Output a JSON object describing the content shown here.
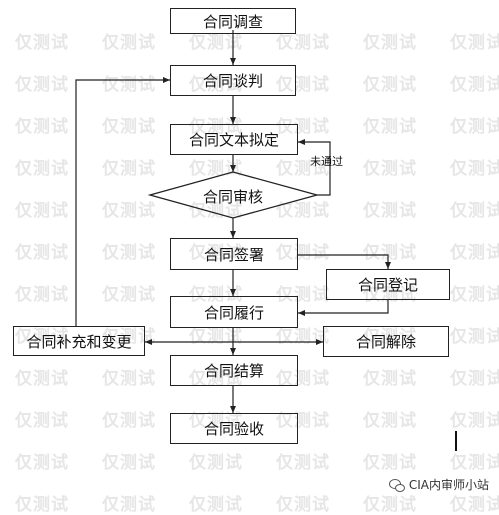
{
  "steps": {
    "investigation": "合同调查",
    "negotiation": "合同谈判",
    "drafting": "合同文本拟定",
    "review": "合同审核",
    "signing": "合同签署",
    "registration": "合同登记",
    "performance": "合同履行",
    "supplement": "合同补充和变更",
    "termination": "合同解除",
    "settlement": "合同结算",
    "acceptance": "合同验收"
  },
  "edge_labels": {
    "not_passed": "未通过"
  },
  "watermark": "仅测试",
  "footer": {
    "source": "CIA内审师小站",
    "icon": "wechat-icon"
  },
  "colors": {
    "line": "#222222",
    "watermark": "#e6e6e6"
  }
}
